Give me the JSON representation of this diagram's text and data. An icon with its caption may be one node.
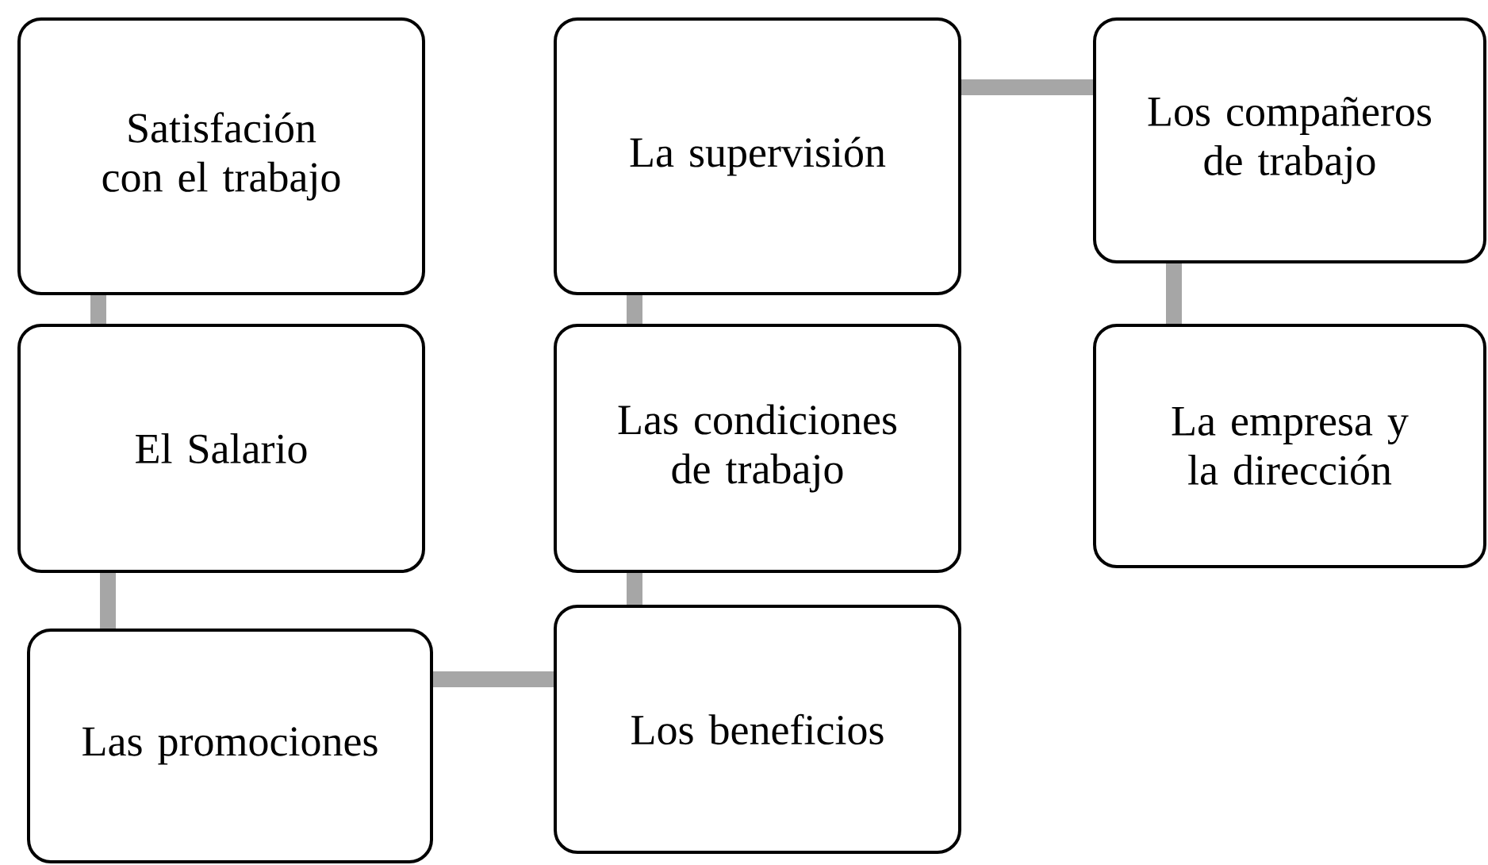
{
  "diagram": {
    "nodes": [
      {
        "text": [
          "Satisfación con el trabajo"
        ]
      },
      {
        "text": [
          "El Salario"
        ]
      },
      {
        "text": [
          "Las promociones"
        ]
      },
      {
        "text": [
          "Los beneficios"
        ]
      },
      {
        "text": [
          "Las condiciones de trabajo"
        ]
      },
      {
        "text": [
          "La supervisión"
        ]
      },
      {
        "text": [
          "Los compañeros de trabajo"
        ]
      },
      {
        "text": [
          "La empresa y la dirección"
        ]
      }
    ],
    "edges": [
      {
        "from": 0,
        "to": 1,
        "arrow": "none"
      },
      {
        "from": 1,
        "to": 2,
        "arrow": "none"
      },
      {
        "from": 2,
        "to": 3,
        "arrow": "none"
      },
      {
        "from": 3,
        "to": 4,
        "arrow": "none"
      },
      {
        "from": 4,
        "to": 5,
        "arrow": "none"
      },
      {
        "from": 5,
        "to": 6,
        "arrow": "none"
      },
      {
        "from": 6,
        "to": 7,
        "arrow": "none"
      }
    ]
  }
}
